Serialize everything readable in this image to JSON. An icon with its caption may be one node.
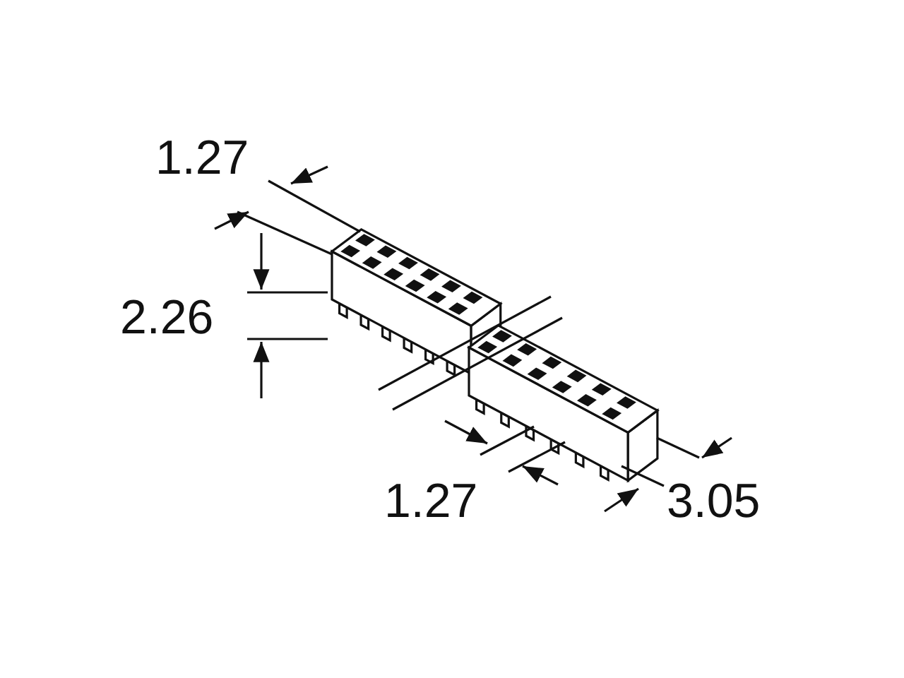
{
  "diagram": {
    "labels": [
      "1.27",
      "2.26",
      "1.27",
      "3.05"
    ]
  }
}
